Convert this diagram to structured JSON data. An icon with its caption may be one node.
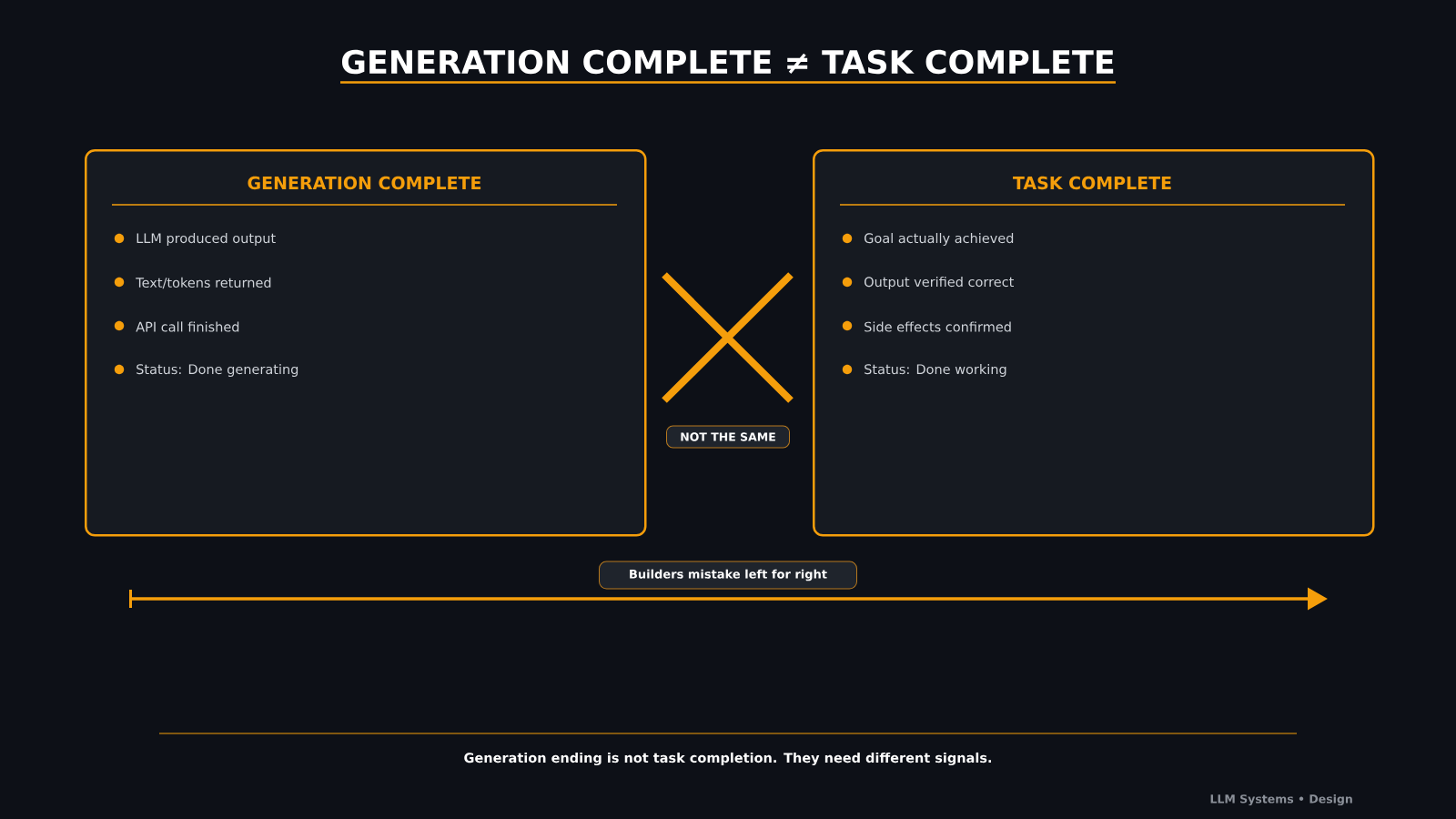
{
  "diagram": {
    "title": "GENERATION COMPLETE ≠ TASK COMPLETE",
    "nodes": [
      {
        "text": [
          "GENERATION COMPLETE",
          "LLM produced output",
          "Text/tokens returned",
          "API call finished",
          "Status: Done generating"
        ]
      },
      {
        "text": [
          "NOT THE SAME"
        ]
      },
      {
        "text": [
          "TASK COMPLETE",
          "Goal actually achieved",
          "Output verified correct",
          "Side effects confirmed",
          "Status: Done working"
        ]
      }
    ],
    "labels": [
      "Builders mistake left for right",
      "LLM Systems • Design"
    ],
    "caption": "Generation ending is not task completion. They need different signals."
  }
}
